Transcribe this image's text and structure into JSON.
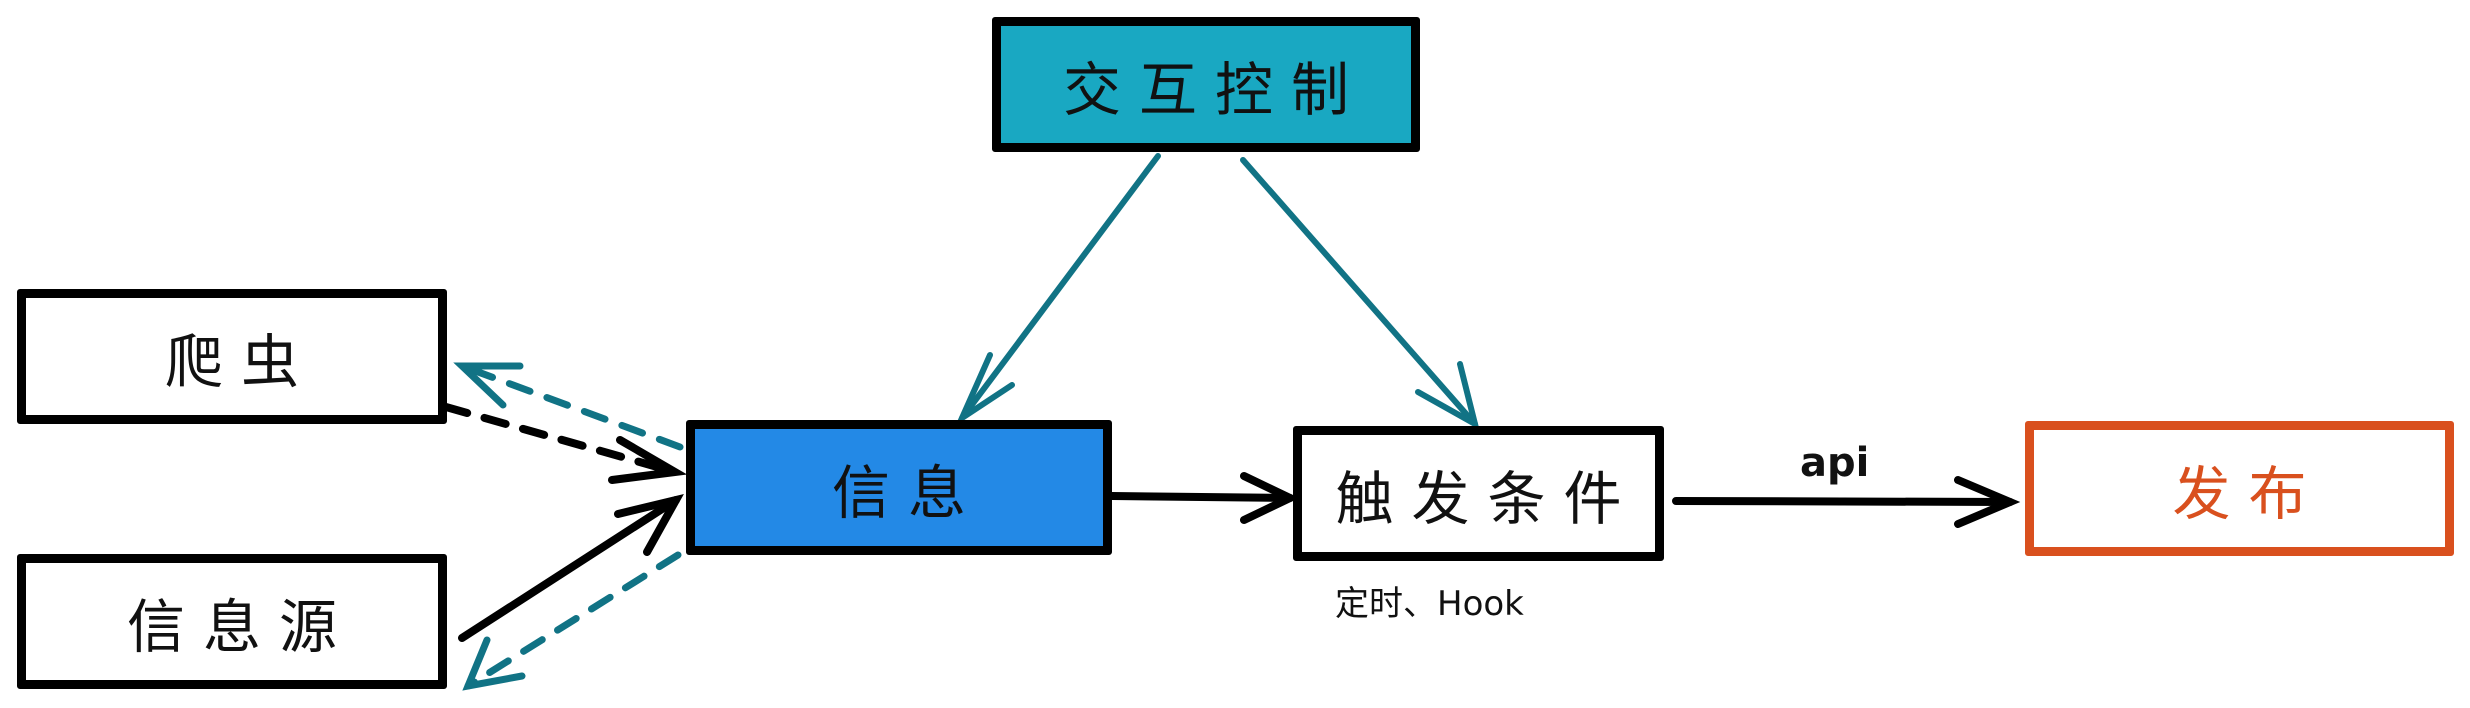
{
  "colors": {
    "teal": "#19A8C2",
    "blue": "#2389E6",
    "orange": "#D9501E",
    "arrow_teal": "#117385",
    "black": "#000000",
    "white": "#FFFFFF"
  },
  "nodes": {
    "interaction_control": {
      "label": "交互控制",
      "fill": "#19A8C2",
      "border": "#000000"
    },
    "crawler": {
      "label": "爬虫",
      "fill": "#FFFFFF",
      "border": "#000000"
    },
    "info_source": {
      "label": "信息源",
      "fill": "#FFFFFF",
      "border": "#000000"
    },
    "information": {
      "label": "信息",
      "fill": "#2389E6",
      "border": "#000000"
    },
    "trigger_condition": {
      "label": "触发条件",
      "fill": "#FFFFFF",
      "border": "#000000"
    },
    "publish": {
      "label": "发布",
      "fill": "#FFFFFF",
      "border": "#D9501E",
      "text_color": "#D9501E"
    }
  },
  "annotations": {
    "trigger_note": "定时、Hook",
    "api_label": "api"
  },
  "edges": [
    {
      "from": "interaction_control",
      "to": "information",
      "style": "solid",
      "color": "#117385"
    },
    {
      "from": "interaction_control",
      "to": "trigger_condition",
      "style": "solid",
      "color": "#117385"
    },
    {
      "from": "crawler",
      "to": "information",
      "style": "dashed",
      "color": "#000000"
    },
    {
      "from": "information",
      "to": "crawler",
      "style": "dashed",
      "color": "#117385"
    },
    {
      "from": "info_source",
      "to": "information",
      "style": "solid",
      "color": "#000000"
    },
    {
      "from": "information",
      "to": "info_source",
      "style": "dashed",
      "color": "#117385"
    },
    {
      "from": "information",
      "to": "trigger_condition",
      "style": "solid",
      "color": "#000000"
    },
    {
      "from": "trigger_condition",
      "to": "publish",
      "style": "solid",
      "color": "#000000",
      "label": "api"
    }
  ]
}
